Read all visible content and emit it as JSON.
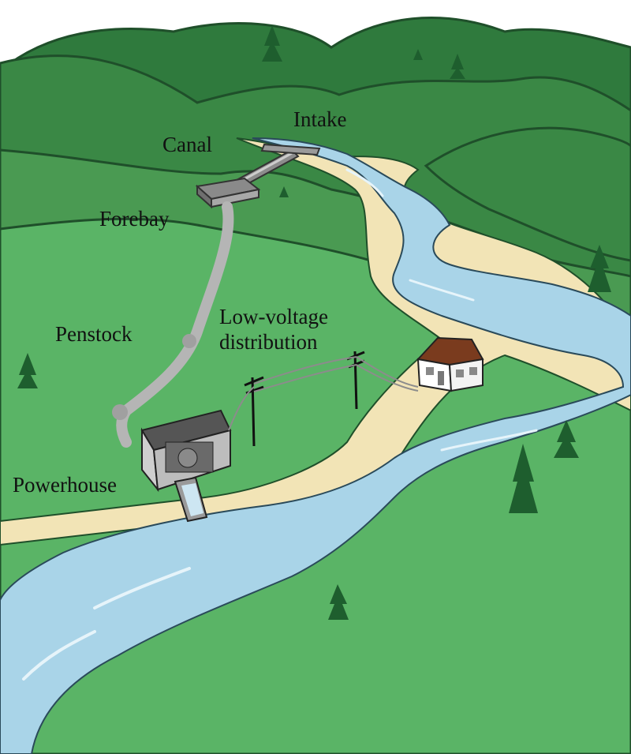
{
  "labels": {
    "intake": "Intake",
    "canal": "Canal",
    "forebay": "Forebay",
    "penstock": "Penstock",
    "low_voltage_line1": "Low-voltage",
    "low_voltage_line2": "distribution",
    "powerhouse": "Powerhouse"
  },
  "colors": {
    "far_hills": "#2f7a3d",
    "mid_hills": "#3e8a48",
    "near_hills": "#4e9e55",
    "foreground": "#5db66a",
    "river": "#a9d4e8",
    "river_highlight": "#e6f4fa",
    "sand": "#f2e4b6",
    "trees": "#1e5e2e",
    "structure_gray": "#9a9a9a",
    "roof": "#7a3b1e"
  }
}
